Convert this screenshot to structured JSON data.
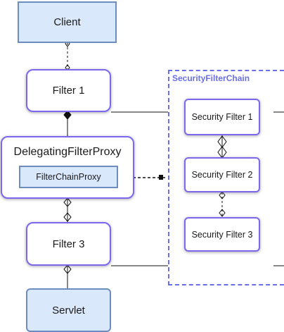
{
  "nodes": {
    "client": "Client",
    "filter1": "Filter 1",
    "delegating_filter_proxy": "DelegatingFilterProxy",
    "filter_chain_proxy": "FilterChainProxy",
    "filter3": "Filter 3",
    "servlet": "Servlet"
  },
  "security_filter_chain": {
    "title": "SecurityFilterChain",
    "filters": [
      "Security Filter 1",
      "Security Filter 2",
      "Security Filter 3"
    ]
  },
  "colors": {
    "fill_blue": "#dae8fc",
    "stroke_blue": "#6c8ebf",
    "accent_purple": "#7b68ee",
    "dashed_border": "#6a6fe8",
    "line": "#111111"
  }
}
